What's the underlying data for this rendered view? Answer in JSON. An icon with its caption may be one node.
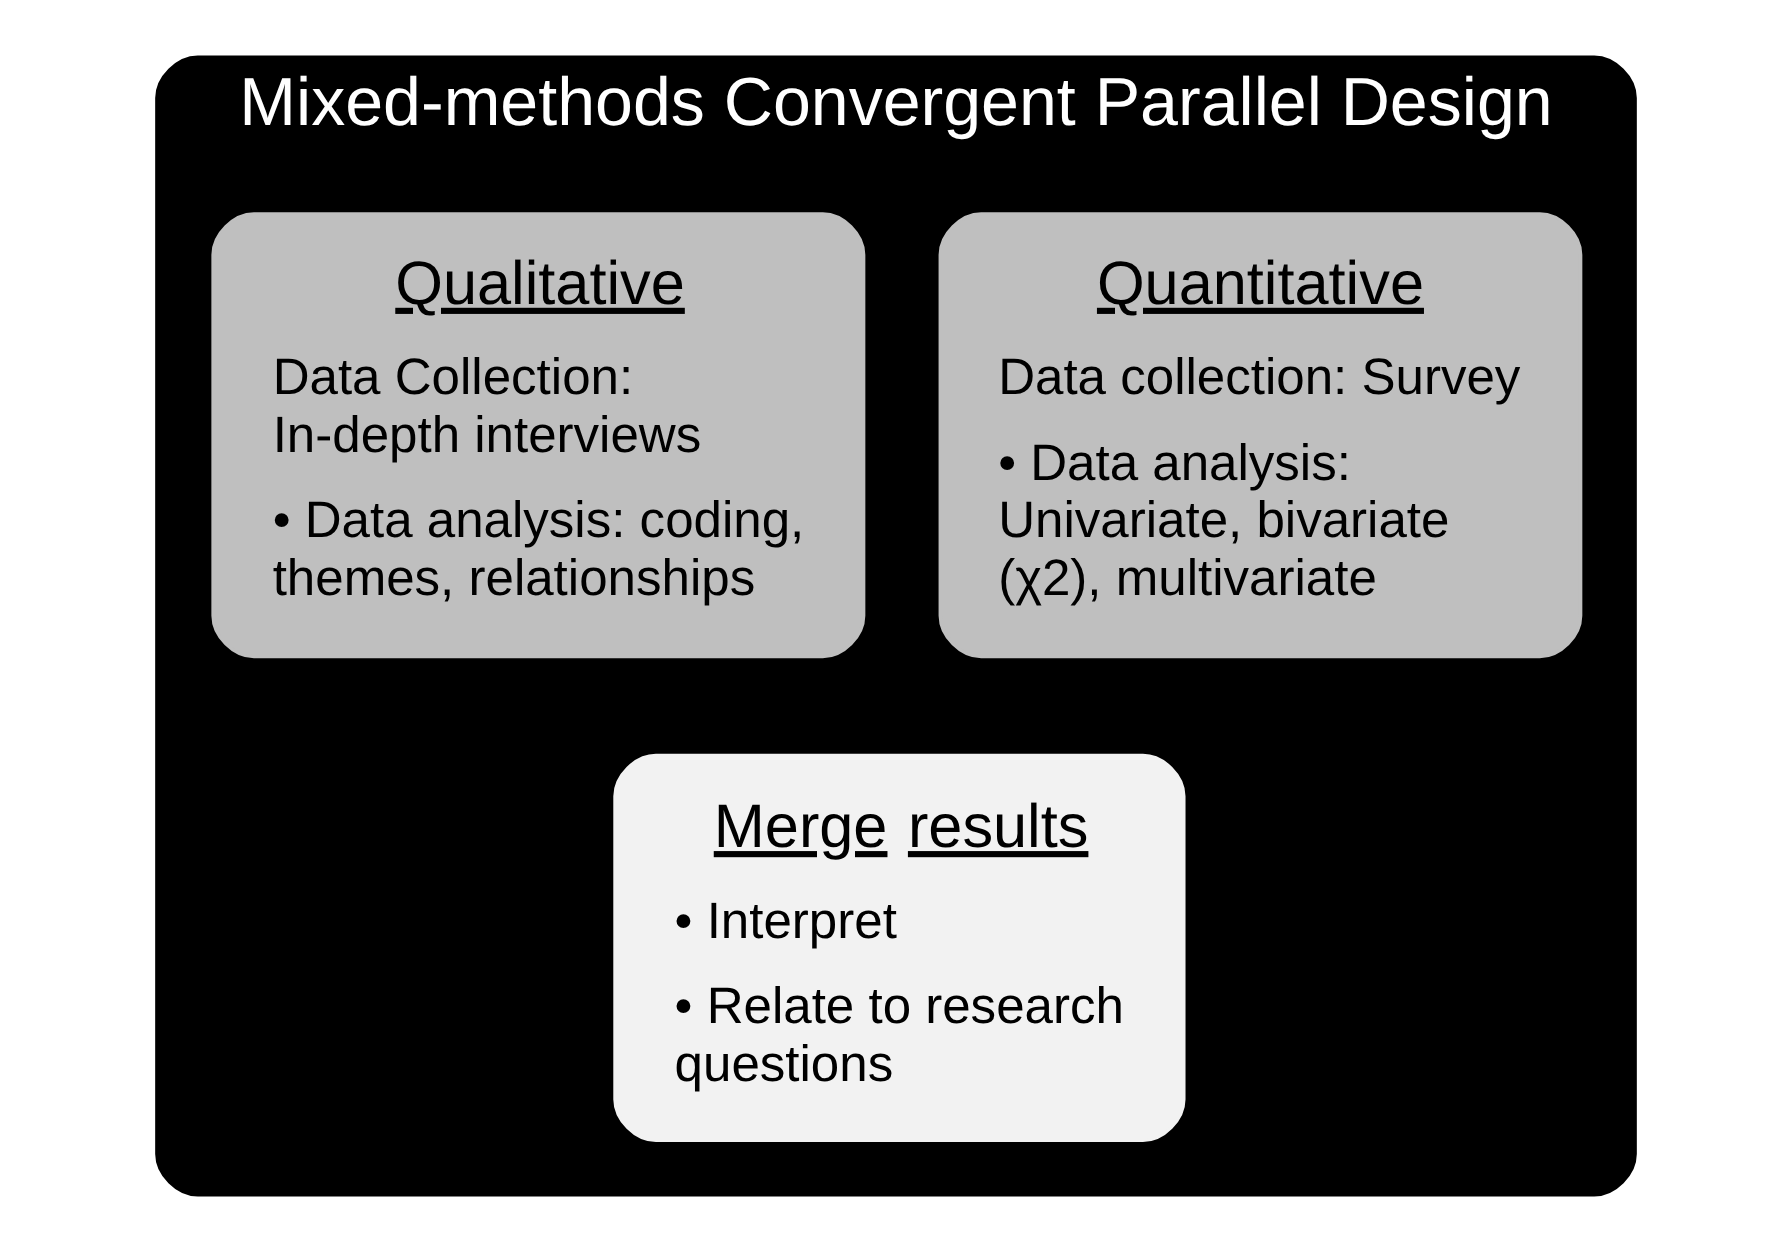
{
  "diagram": {
    "nodes": [
      {
        "text": [
          "Mixed-methods Convergent Parallel Design"
        ]
      },
      {
        "text": [
          "Qualitative",
          "Data Collection: In-depth interviews",
          "• Data analysis: coding, themes, relationships"
        ],
        "in": 0
      },
      {
        "text": [
          "Quantitative",
          "Data collection: Survey",
          "• Data analysis: Univariate, bivariate (χ2), multivariate"
        ],
        "in": 0
      },
      {
        "text": [
          "Merge results",
          "• Interpret",
          "• Relate to research questions"
        ],
        "in": 0
      }
    ]
  }
}
